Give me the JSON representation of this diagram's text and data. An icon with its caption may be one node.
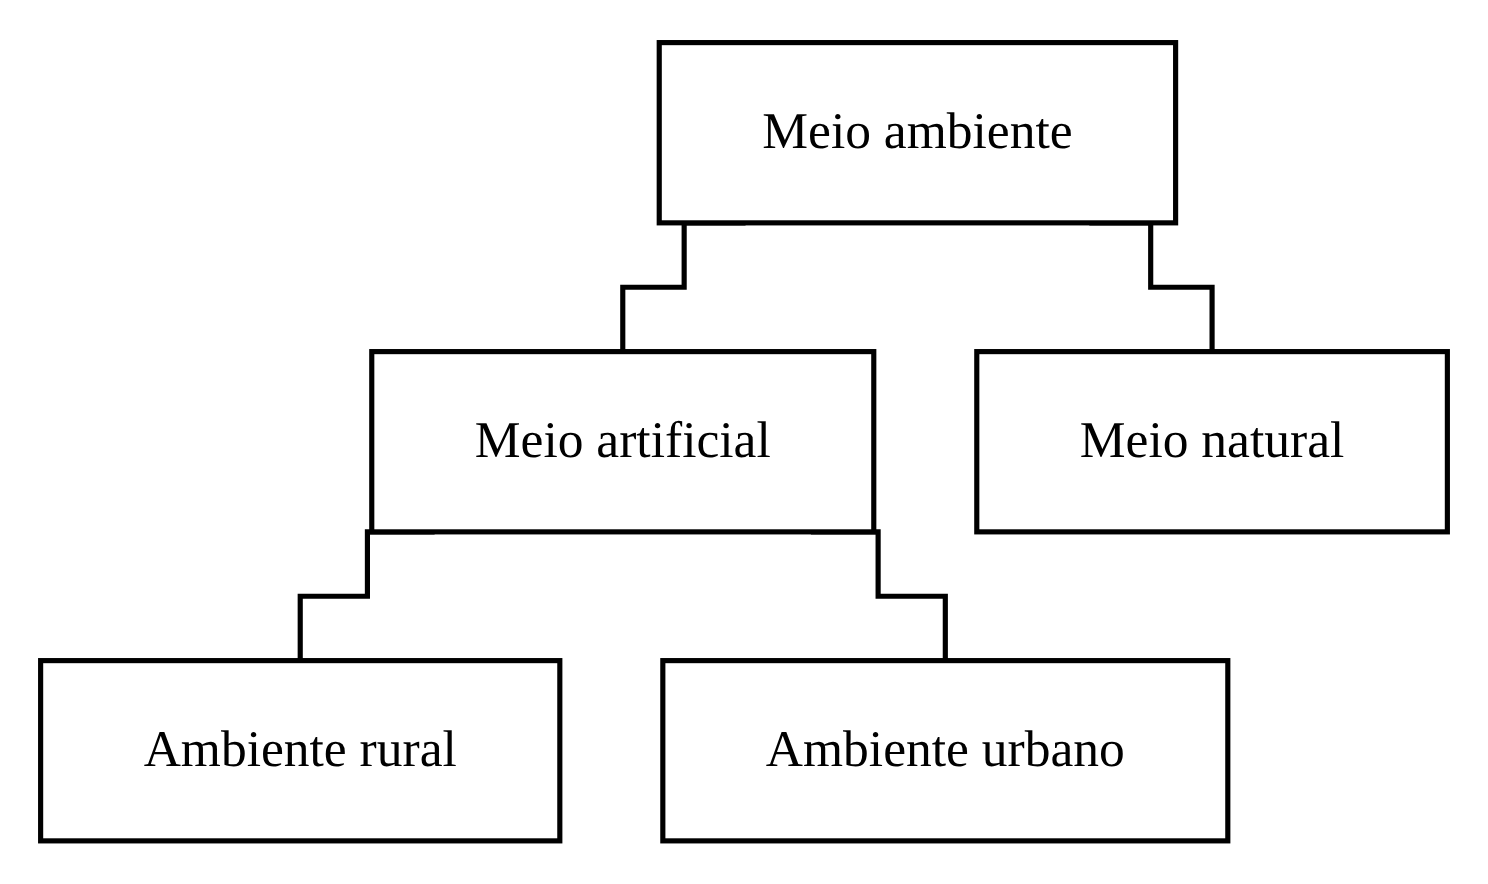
{
  "diagram": {
    "nodes": [
      {
        "text": [
          "Meio ambiente"
        ]
      },
      {
        "text": [
          "Meio artificial"
        ]
      },
      {
        "text": [
          "Meio natural"
        ]
      },
      {
        "text": [
          "Ambiente rural"
        ]
      },
      {
        "text": [
          "Ambiente urbano"
        ]
      }
    ],
    "edges": [
      {
        "from": 0,
        "to": 1,
        "arrow": "none"
      },
      {
        "from": 0,
        "to": 2,
        "arrow": "none"
      },
      {
        "from": 1,
        "to": 3,
        "arrow": "none"
      },
      {
        "from": 1,
        "to": 4,
        "arrow": "none"
      }
    ]
  }
}
